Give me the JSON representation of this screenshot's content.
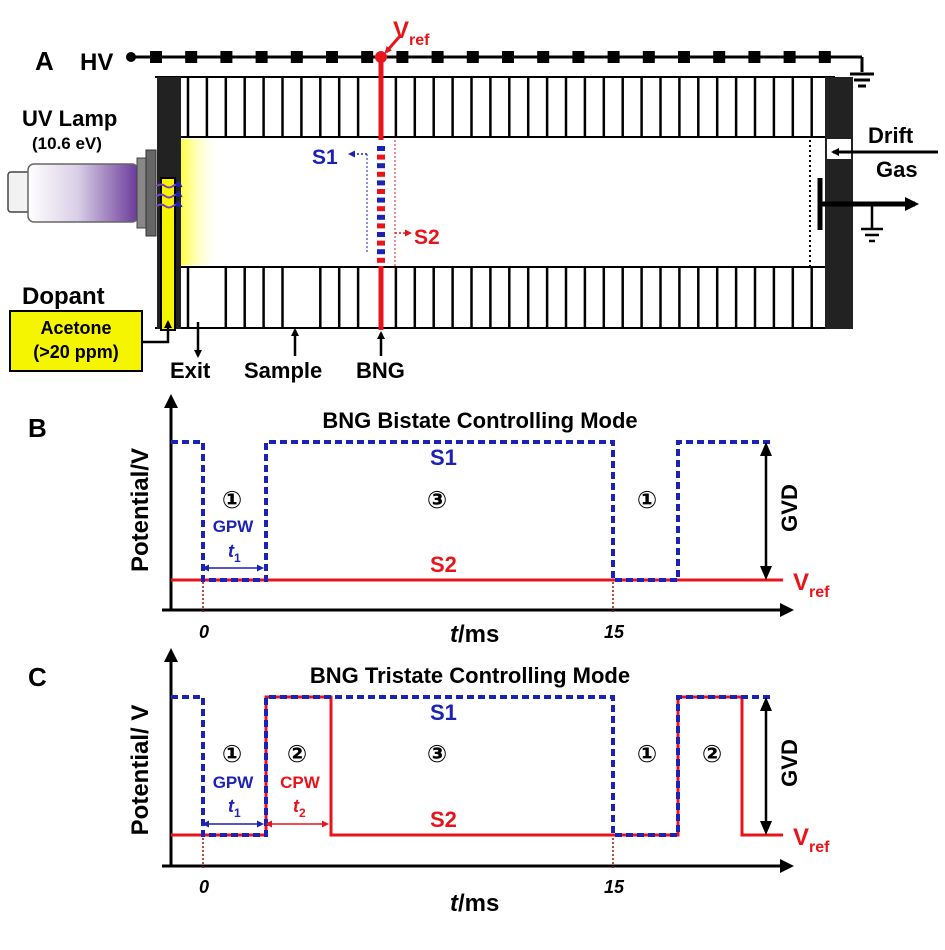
{
  "colors": {
    "s1": "#1b22b5",
    "s2": "#e8141b",
    "ink": "#000000",
    "dopant_fill": "#f5f500",
    "lamp_glow": "#8a60b8"
  },
  "panel_a": {
    "label": "A",
    "hv_label": "HV",
    "vref_main": "V",
    "vref_sub": "ref",
    "uv_lamp_label": "UV Lamp",
    "uv_energy": "(10.6 eV)",
    "s1_label": "S1",
    "s2_label": "S2",
    "drift_label": "Drift",
    "gas_label": "Gas",
    "dopant_label": "Dopant",
    "acetone_label": "Acetone",
    "ppm_label": "(>20 ppm)",
    "exit_label": "Exit",
    "sample_label": "Sample",
    "bng_label": "BNG"
  },
  "panel_b": {
    "label": "B",
    "title": "BNG Bistate Controlling Mode",
    "ylabel": "Potential/V",
    "xlabel_italic": "t",
    "xlabel_rest": "/ms",
    "tick_0": "0",
    "tick_15": "15",
    "s1_label": "S1",
    "s2_label": "S2",
    "region_1": "①",
    "region_3": "③",
    "region_1b": "①",
    "gpw_label": "GPW",
    "t1_main": "t",
    "t1_sub": "1",
    "gvd_label": "GVD",
    "vref_main": "V",
    "vref_sub": "ref"
  },
  "panel_c": {
    "label": "C",
    "title": "BNG Tristate Controlling Mode",
    "ylabel": "Potential/ V",
    "xlabel_italic": "t",
    "xlabel_rest": "/ms",
    "tick_0": "0",
    "tick_15": "15",
    "s1_label": "S1",
    "s2_label": "S2",
    "region_1": "①",
    "region_2": "②",
    "region_3": "③",
    "region_1b": "①",
    "region_2b": "②",
    "gpw_label": "GPW",
    "cpw_label": "CPW",
    "t1_main": "t",
    "t1_sub": "1",
    "t2_main": "t",
    "t2_sub": "2",
    "gvd_label": "GVD",
    "vref_main": "V",
    "vref_sub": "ref"
  }
}
